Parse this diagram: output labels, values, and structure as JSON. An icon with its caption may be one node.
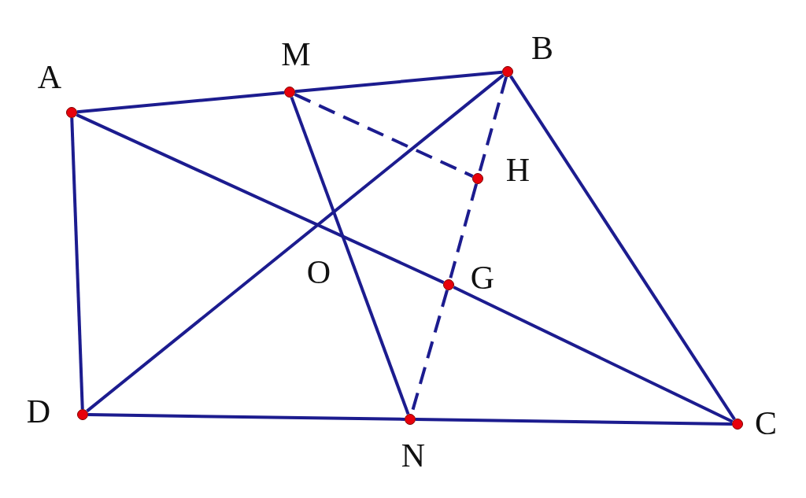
{
  "diagram": {
    "nodes": [
      {
        "text": [
          "A"
        ]
      },
      {
        "text": [
          "M"
        ]
      },
      {
        "text": [
          "B"
        ]
      },
      {
        "text": [
          "H"
        ]
      },
      {
        "text": [
          "G"
        ]
      },
      {
        "text": [
          "D"
        ]
      },
      {
        "text": [
          "N"
        ]
      },
      {
        "text": [
          "C"
        ]
      }
    ],
    "edges": [
      {
        "from": 0,
        "to": 1,
        "arrow": "none"
      },
      {
        "from": 1,
        "to": 2,
        "arrow": "none"
      },
      {
        "from": 2,
        "to": 7,
        "arrow": "none"
      },
      {
        "from": 7,
        "to": 6,
        "arrow": "none"
      },
      {
        "from": 6,
        "to": 5,
        "arrow": "none"
      },
      {
        "from": 5,
        "to": 0,
        "arrow": "none"
      },
      {
        "from": 0,
        "to": 4,
        "arrow": "none"
      },
      {
        "from": 4,
        "to": 7,
        "arrow": "none"
      },
      {
        "from": 2,
        "to": 5,
        "arrow": "none"
      },
      {
        "from": 1,
        "to": 6,
        "arrow": "none"
      },
      {
        "from": 1,
        "to": 3,
        "arrow": "none",
        "style": "dashed"
      },
      {
        "from": 2,
        "to": 3,
        "arrow": "none",
        "style": "dashed"
      },
      {
        "from": 3,
        "to": 4,
        "arrow": "none",
        "style": "dashed"
      },
      {
        "from": 4,
        "to": 6,
        "arrow": "none",
        "style": "dashed"
      }
    ],
    "labels": [
      "O"
    ]
  }
}
